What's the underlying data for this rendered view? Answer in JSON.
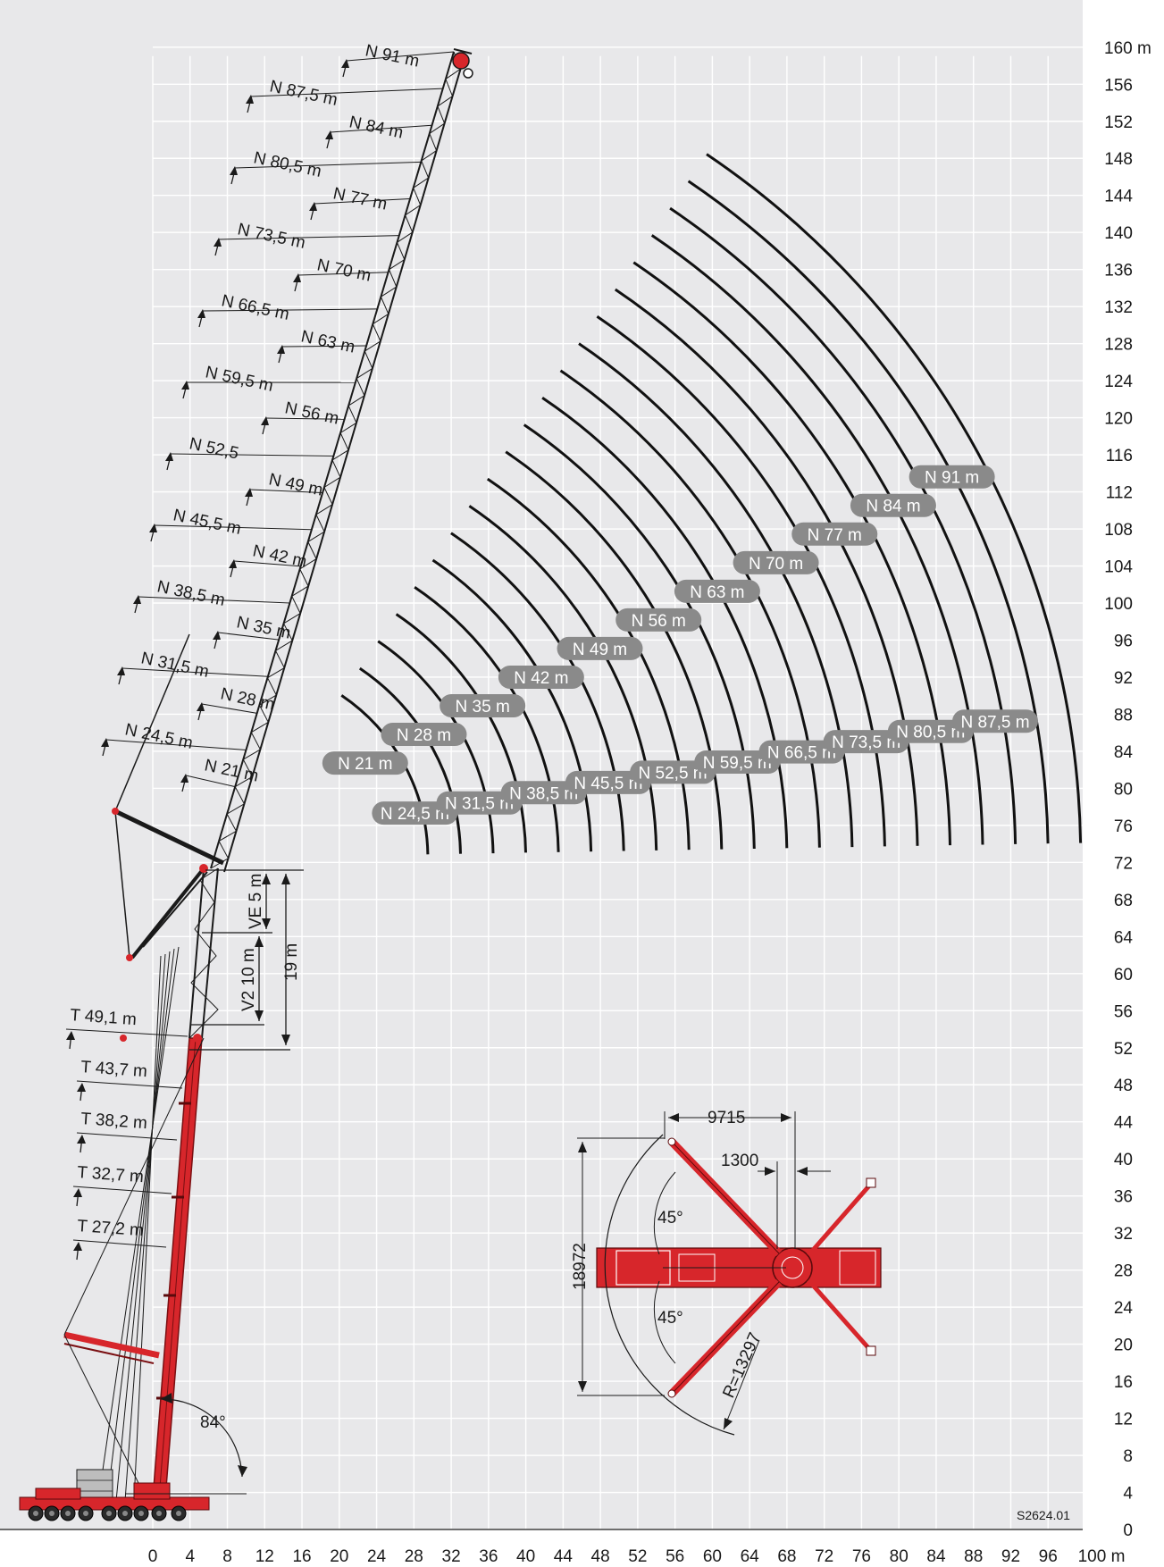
{
  "chart_data": {
    "type": "diagram",
    "x_axis": {
      "unit_label": "100 m",
      "ticks": [
        0,
        4,
        8,
        12,
        16,
        20,
        24,
        28,
        32,
        36,
        40,
        44,
        48,
        52,
        56,
        60,
        64,
        68,
        72,
        76,
        80,
        84,
        88,
        92,
        96
      ]
    },
    "y_axis": {
      "unit_label": "160 m",
      "ticks": [
        0,
        4,
        8,
        12,
        16,
        20,
        24,
        28,
        32,
        36,
        40,
        44,
        48,
        52,
        56,
        60,
        64,
        68,
        72,
        76,
        80,
        84,
        88,
        92,
        96,
        100,
        104,
        108,
        112,
        116,
        120,
        124,
        128,
        132,
        136,
        140,
        144,
        148,
        152,
        156
      ]
    },
    "grid": true,
    "boom_angle_label": "84°",
    "luffing_jib_arcs": [
      {
        "label": "N 21 m",
        "radius": 21
      },
      {
        "label": "N 24,5 m",
        "radius": 24.5
      },
      {
        "label": "N 28 m",
        "radius": 28
      },
      {
        "label": "N 31,5 m",
        "radius": 31.5
      },
      {
        "label": "N 35 m",
        "radius": 35
      },
      {
        "label": "N 38,5 m",
        "radius": 38.5
      },
      {
        "label": "N 42 m",
        "radius": 42
      },
      {
        "label": "N 45,5 m",
        "radius": 45.5
      },
      {
        "label": "N 49 m",
        "radius": 49
      },
      {
        "label": "N 52,5 m",
        "radius": 52.5
      },
      {
        "label": "N 56 m",
        "radius": 56
      },
      {
        "label": "N 59,5 m",
        "radius": 59.5
      },
      {
        "label": "N 63 m",
        "radius": 63
      },
      {
        "label": "N 66,5 m",
        "radius": 66.5
      },
      {
        "label": "N 70 m",
        "radius": 70
      },
      {
        "label": "N 73,5 m",
        "radius": 73.5
      },
      {
        "label": "N 77 m",
        "radius": 77
      },
      {
        "label": "N 80,5 m",
        "radius": 80.5
      },
      {
        "label": "N 84 m",
        "radius": 84
      },
      {
        "label": "N 87,5 m",
        "radius": 87.5
      },
      {
        "label": "N 91 m",
        "radius": 91
      }
    ],
    "jib_length_labels": [
      "N 91 m",
      "N 87,5 m",
      "N 84 m",
      "N 80,5 m",
      "N 77 m",
      "N 73,5 m",
      "N 70 m",
      "N 66,5 m",
      "N 63 m",
      "N 59,5 m",
      "N 56 m",
      "N 52,5",
      "N 49 m",
      "N 45,5 m",
      "N 42 m",
      "N 38,5 m",
      "N 35 m",
      "N 31,5 m",
      "N 28 m",
      "N 24,5 m",
      "N 21 m"
    ],
    "telescopic_boom_labels": [
      "T 49,1 m",
      "T 43,7 m",
      "T 38,2 m",
      "T 32,7 m",
      "T 27,2 m"
    ],
    "dimension_labels": {
      "ve": "VE 5 m",
      "v2": "V2 10 m",
      "total": "19 m"
    },
    "outrigger_plan": {
      "width_label": "9715",
      "offset_label": "1300",
      "length_label": "18972",
      "radius_label": "R=13297",
      "angle_top": "45°",
      "angle_bottom": "45°"
    },
    "drawing_code": "S2624.01"
  }
}
